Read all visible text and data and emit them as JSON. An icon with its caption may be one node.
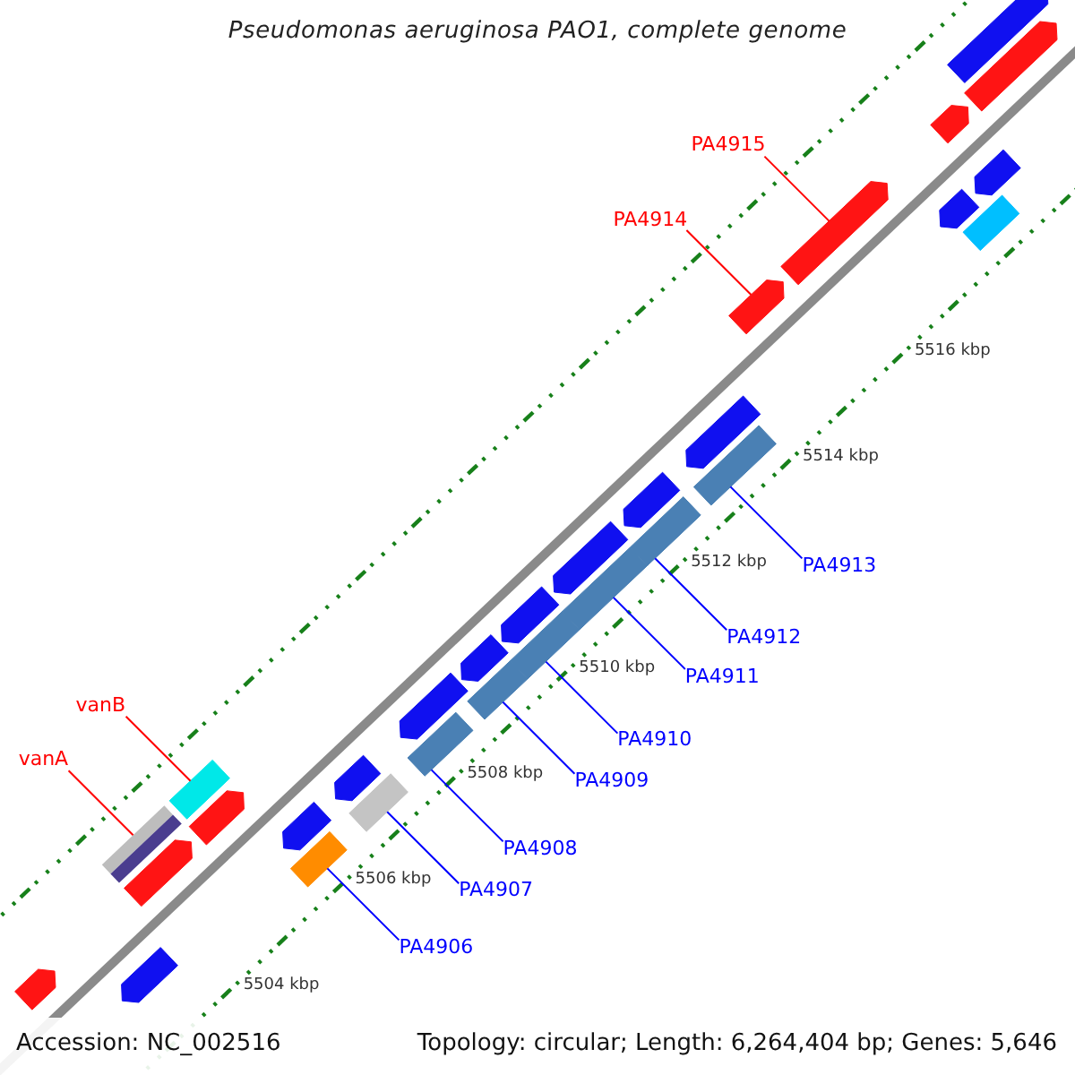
{
  "diagram": {
    "title": "Pseudomonas aeruginosa PAO1, complete genome",
    "nodes": [
      {
        "text": [
          "PA4915"
        ]
      },
      {
        "text": [
          "PA4914"
        ]
      },
      {
        "text": [
          "vanB"
        ]
      },
      {
        "text": [
          "vanA"
        ]
      },
      {
        "text": [
          "PA4913"
        ]
      },
      {
        "text": [
          "PA4912"
        ]
      },
      {
        "text": [
          "PA4911"
        ]
      },
      {
        "text": [
          "PA4910"
        ]
      },
      {
        "text": [
          "PA4909"
        ]
      },
      {
        "text": [
          "PA4908"
        ]
      },
      {
        "text": [
          "PA4907"
        ]
      },
      {
        "text": [
          "PA4906"
        ]
      },
      {
        "text": [],
        "shape": "arrow"
      },
      {
        "text": [],
        "shape": "arrow"
      },
      {
        "text": [],
        "shape": "bar"
      },
      {
        "text": [],
        "shape": "bar"
      },
      {
        "text": [],
        "shape": "bar"
      },
      {
        "text": [],
        "shape": "bar"
      },
      {
        "text": [],
        "shape": "bar"
      },
      {
        "text": [],
        "shape": "bar"
      },
      {
        "text": [],
        "shape": "bar"
      },
      {
        "text": [],
        "shape": "bar"
      },
      {
        "text": [],
        "shape": "bar"
      },
      {
        "text": [],
        "shape": "bar"
      },
      {
        "text": [],
        "shape": "arrow"
      },
      {
        "text": [],
        "shape": "arrow"
      },
      {
        "text": [],
        "shape": "arrow"
      },
      {
        "text": [],
        "shape": "arrow"
      },
      {
        "text": [],
        "shape": "arrow"
      },
      {
        "text": [],
        "shape": "arrow"
      },
      {
        "text": [],
        "shape": "arrow"
      },
      {
        "text": [],
        "shape": "arrow"
      },
      {
        "text": [],
        "shape": "arrow"
      },
      {
        "text": [],
        "shape": "arrow"
      },
      {
        "text": [],
        "shape": "arrow"
      },
      {
        "text": [],
        "shape": "arrow"
      },
      {
        "text": [],
        "shape": "arrow"
      },
      {
        "text": [],
        "shape": "bar"
      },
      {
        "text": [],
        "shape": "arrow"
      },
      {
        "text": [],
        "shape": "arrow"
      },
      {
        "text": [],
        "shape": "arrow"
      },
      {
        "text": [],
        "shape": "arrow"
      }
    ],
    "edges": [
      {
        "from": 0,
        "to": 12,
        "arrow": "none",
        "color": "#ff0000"
      },
      {
        "from": 1,
        "to": 13,
        "arrow": "none",
        "color": "#ff0000"
      },
      {
        "from": 2,
        "to": 14,
        "arrow": "none",
        "color": "#ff0000"
      },
      {
        "from": 3,
        "to": 15,
        "arrow": "none",
        "color": "#ff0000"
      },
      {
        "from": 4,
        "to": 16,
        "arrow": "none"
      },
      {
        "from": 5,
        "to": 17,
        "arrow": "none"
      },
      {
        "from": 6,
        "to": 18,
        "arrow": "none"
      },
      {
        "from": 7,
        "to": 19,
        "arrow": "none"
      },
      {
        "from": 8,
        "to": 20,
        "arrow": "none"
      },
      {
        "from": 9,
        "to": 21,
        "arrow": "none"
      },
      {
        "from": 10,
        "to": 22,
        "arrow": "none"
      },
      {
        "from": 11,
        "to": 23,
        "arrow": "none"
      }
    ],
    "labels": [
      "5516 kbp",
      "5514 kbp",
      "5512 kbp",
      "5510 kbp",
      "5508 kbp",
      "5506 kbp",
      "5504 kbp",
      "Accession: NC_002516",
      "Topology: circular; Length: 6,264,404 bp; Genes: 5,646"
    ]
  }
}
